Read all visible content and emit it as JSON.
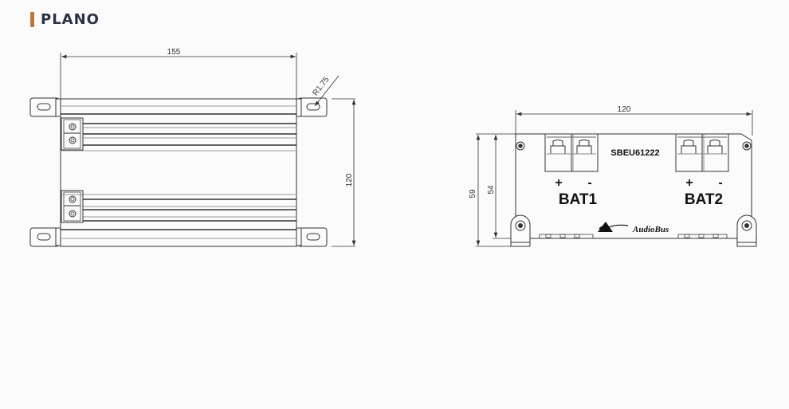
{
  "header": {
    "title": "PLANO",
    "accent_color": "#c0763a",
    "title_color": "#2e2f45"
  },
  "left_view": {
    "name": "top-view",
    "dimensions": {
      "width": "155",
      "height": "120",
      "radius": "R1.75"
    },
    "terminal_blocks": 2
  },
  "right_view": {
    "name": "side-view",
    "dimensions": {
      "width": "120",
      "total_height": "59",
      "body_height": "54"
    },
    "model": "SBEU61222",
    "terminals": [
      {
        "label": "BAT1",
        "plus": "+",
        "minus": "-"
      },
      {
        "label": "BAT2",
        "plus": "+",
        "minus": "-"
      }
    ],
    "brand": "AudioBus"
  },
  "colors": {
    "line": "#333333",
    "background": "#fbfbfb"
  }
}
